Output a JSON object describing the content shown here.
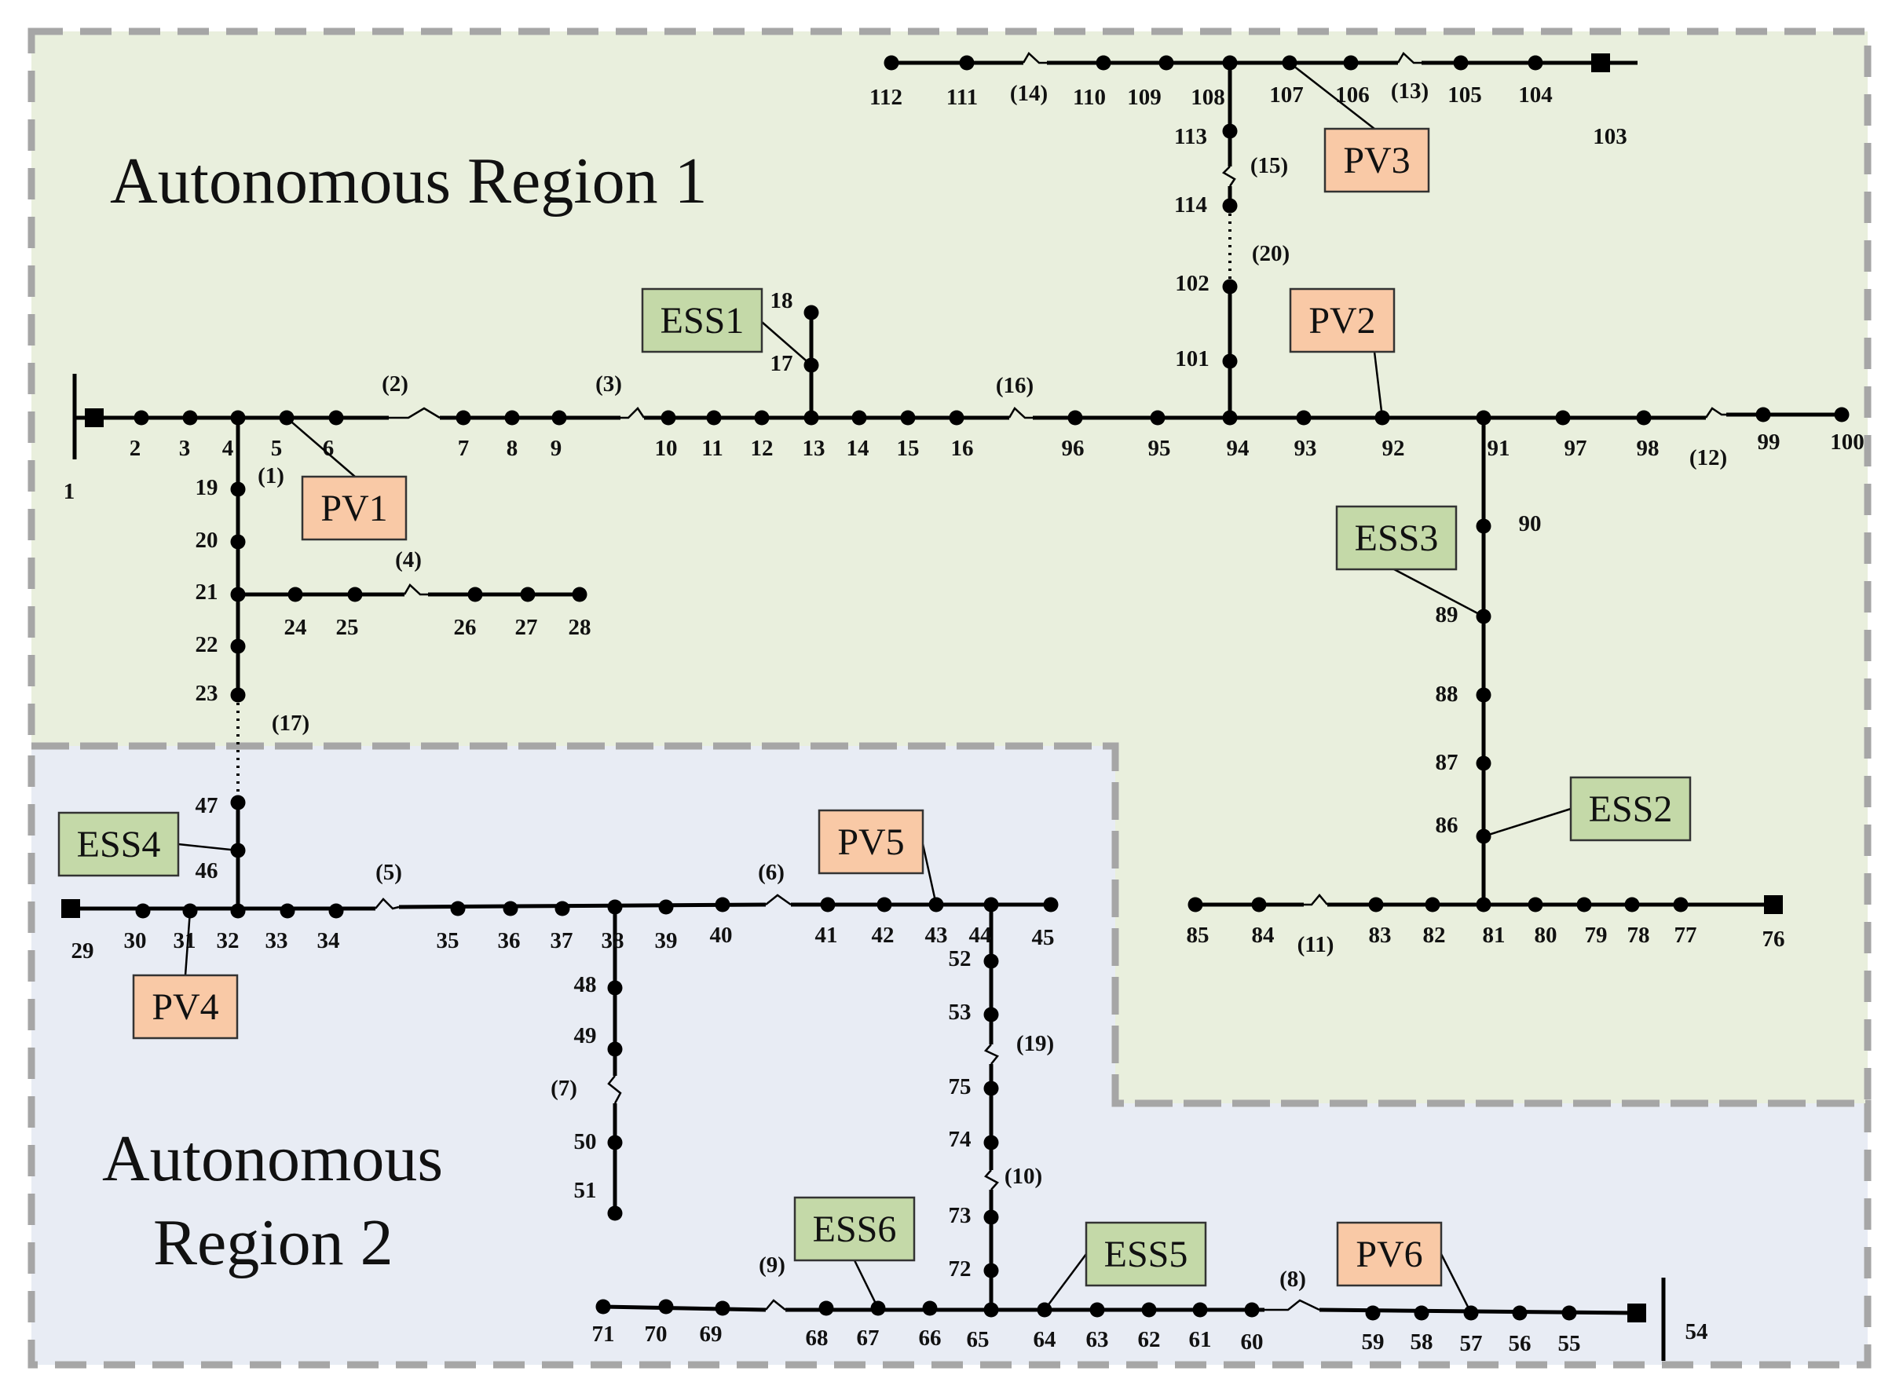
{
  "regions": [
    {
      "id": "r1",
      "line1": "Autonomous Region 1",
      "line2": "",
      "fill": "#e9efdd"
    },
    {
      "id": "r2",
      "line1": "Autonomous",
      "line2": "Region 2",
      "fill": "#e8ecf4"
    }
  ],
  "colors": {
    "pv_fill": "#f9c9a6",
    "ess_fill": "#c4d9a8",
    "box_stroke": "#333333",
    "region_border": "#a6a6a6",
    "line": "#000000"
  },
  "devices": {
    "pv": [
      "PV1",
      "PV2",
      "PV3",
      "PV4",
      "PV5",
      "PV6"
    ],
    "ess": [
      "ESS1",
      "ESS2",
      "ESS3",
      "ESS4",
      "ESS5",
      "ESS6"
    ]
  },
  "nodes": [
    "1",
    "2",
    "3",
    "4",
    "5",
    "6",
    "7",
    "8",
    "9",
    "10",
    "11",
    "12",
    "13",
    "14",
    "15",
    "16",
    "17",
    "18",
    "19",
    "20",
    "21",
    "22",
    "23",
    "24",
    "25",
    "26",
    "27",
    "28",
    "29",
    "30",
    "31",
    "32",
    "33",
    "34",
    "35",
    "36",
    "37",
    "38",
    "39",
    "40",
    "41",
    "42",
    "43",
    "44",
    "45",
    "46",
    "47",
    "48",
    "49",
    "50",
    "51",
    "52",
    "53",
    "54",
    "55",
    "56",
    "57",
    "58",
    "59",
    "60",
    "61",
    "62",
    "63",
    "64",
    "65",
    "66",
    "67",
    "68",
    "69",
    "70",
    "71",
    "72",
    "73",
    "74",
    "75",
    "76",
    "77",
    "78",
    "79",
    "80",
    "81",
    "82",
    "83",
    "84",
    "85",
    "86",
    "87",
    "88",
    "89",
    "90",
    "91",
    "92",
    "93",
    "94",
    "95",
    "96",
    "97",
    "98",
    "99",
    "100",
    "101",
    "102",
    "103",
    "104",
    "105",
    "106",
    "107",
    "108",
    "109",
    "110",
    "111",
    "112",
    "113",
    "114"
  ],
  "switches": [
    "(1)",
    "(2)",
    "(3)",
    "(4)",
    "(5)",
    "(6)",
    "(7)",
    "(8)",
    "(9)",
    "(10)",
    "(11)",
    "(12)",
    "(13)",
    "(14)",
    "(15)",
    "(16)",
    "(17)",
    "(19)",
    "(20)"
  ]
}
